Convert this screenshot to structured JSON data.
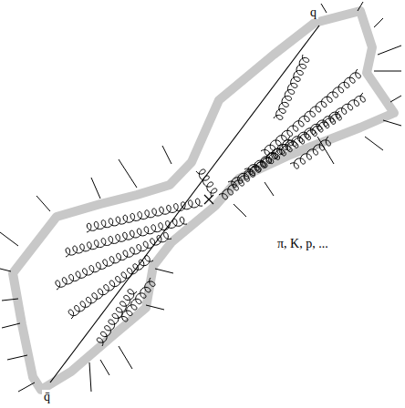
{
  "diagram": {
    "labels": [
      "q",
      "q̄",
      "π, K, p, ..."
    ]
  }
}
